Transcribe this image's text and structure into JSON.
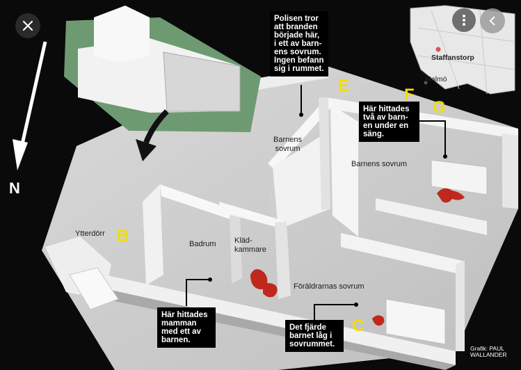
{
  "viewer": {
    "close_icon": "close-icon",
    "more_icon": "more-vertical-icon",
    "back_icon": "chevron-left-icon"
  },
  "map": {
    "city": "Staffanstorp",
    "nearby_city": "Malmö",
    "marker_color": "#e05252"
  },
  "compass": {
    "label": "N"
  },
  "rooms": {
    "childrens_room_1": "Barnens\nsovrum",
    "childrens_room_2": "Barnens sovrum",
    "bathroom": "Badrum",
    "closet": "Klädkammare",
    "closet_display": "Kläd-\nkammare",
    "parents_room": "Föräldrarnas sovrum",
    "front_door": "Ytterdörr"
  },
  "callouts": {
    "fire_start": "Polisen tror\natt branden\nbörjade här,\ni ett av barn-\nens sovrum.\nIngen befann\nsig i rummet.",
    "two_children": "Här hittades\ntvå av barn-\nen under en\nsäng.",
    "mother": "Här hittades\nmamman\nmed ett av\nbarnen.",
    "fourth_child": "Det fjärde\nbarnet låg i\nsovrummet."
  },
  "letters": {
    "B": "B",
    "C": "C",
    "E": "E",
    "F": "F",
    "G": "G"
  },
  "credit": "Grafik: PAUL\nWALLANDER",
  "colors": {
    "background": "#0a0a0a",
    "accent_letter": "#f2dd08",
    "victim_marker": "#c0281e",
    "inset_ground": "#6e9a72"
  }
}
